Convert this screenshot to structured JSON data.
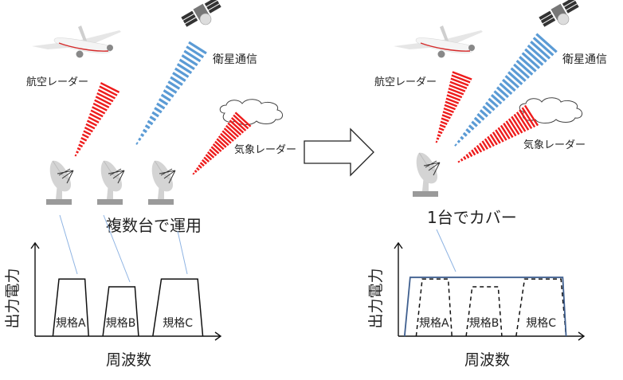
{
  "left_panel": {
    "labels": {
      "aviation_radar": "航空レーダー",
      "satellite_comm": "衛星通信",
      "weather_radar": "気象レーダー",
      "caption": "複数台で運用"
    },
    "antenna_count": 3
  },
  "right_panel": {
    "labels": {
      "aviation_radar": "航空レーダー",
      "satellite_comm": "衛星通信",
      "weather_radar": "気象レーダー",
      "caption": "1台でカバー"
    },
    "antenna_count": 1
  },
  "colors": {
    "radar_red": "#ee1c1c",
    "satcom_blue": "#5b9bd5",
    "envelope_blue": "#3f5f8f",
    "leader_line_blue": "#8fb4e3",
    "dish_gray": "#c8c8c8"
  },
  "chart_data": [
    {
      "type": "area",
      "title": "",
      "xlabel": "周波数",
      "ylabel": "出力電力",
      "note": "separate transmitters per standard",
      "series": [
        {
          "name": "規格A",
          "style": "solid",
          "band": [
            1,
            3
          ],
          "level": 0.67
        },
        {
          "name": "規格B",
          "style": "solid",
          "band": [
            3.8,
            5.8
          ],
          "level": 0.58
        },
        {
          "name": "規格C",
          "style": "solid",
          "band": [
            6.6,
            9.4
          ],
          "level": 0.67
        }
      ],
      "xlim": [
        0,
        10
      ],
      "ylim": [
        0,
        1
      ]
    },
    {
      "type": "area",
      "title": "",
      "xlabel": "周波数",
      "ylabel": "出力電力",
      "note": "single wideband transmitter covering all standards",
      "series": [
        {
          "name": "規格A",
          "style": "dashed",
          "band": [
            1,
            3
          ],
          "level": 0.67
        },
        {
          "name": "規格B",
          "style": "dashed",
          "band": [
            3.8,
            5.8
          ],
          "level": 0.58
        },
        {
          "name": "規格C",
          "style": "dashed",
          "band": [
            6.6,
            9.4
          ],
          "level": 0.67
        },
        {
          "name": "envelope",
          "style": "solid-blue",
          "band": [
            0.35,
            9.4
          ],
          "level": 0.69
        }
      ],
      "xlim": [
        0,
        10
      ],
      "ylim": [
        0,
        1
      ]
    }
  ]
}
